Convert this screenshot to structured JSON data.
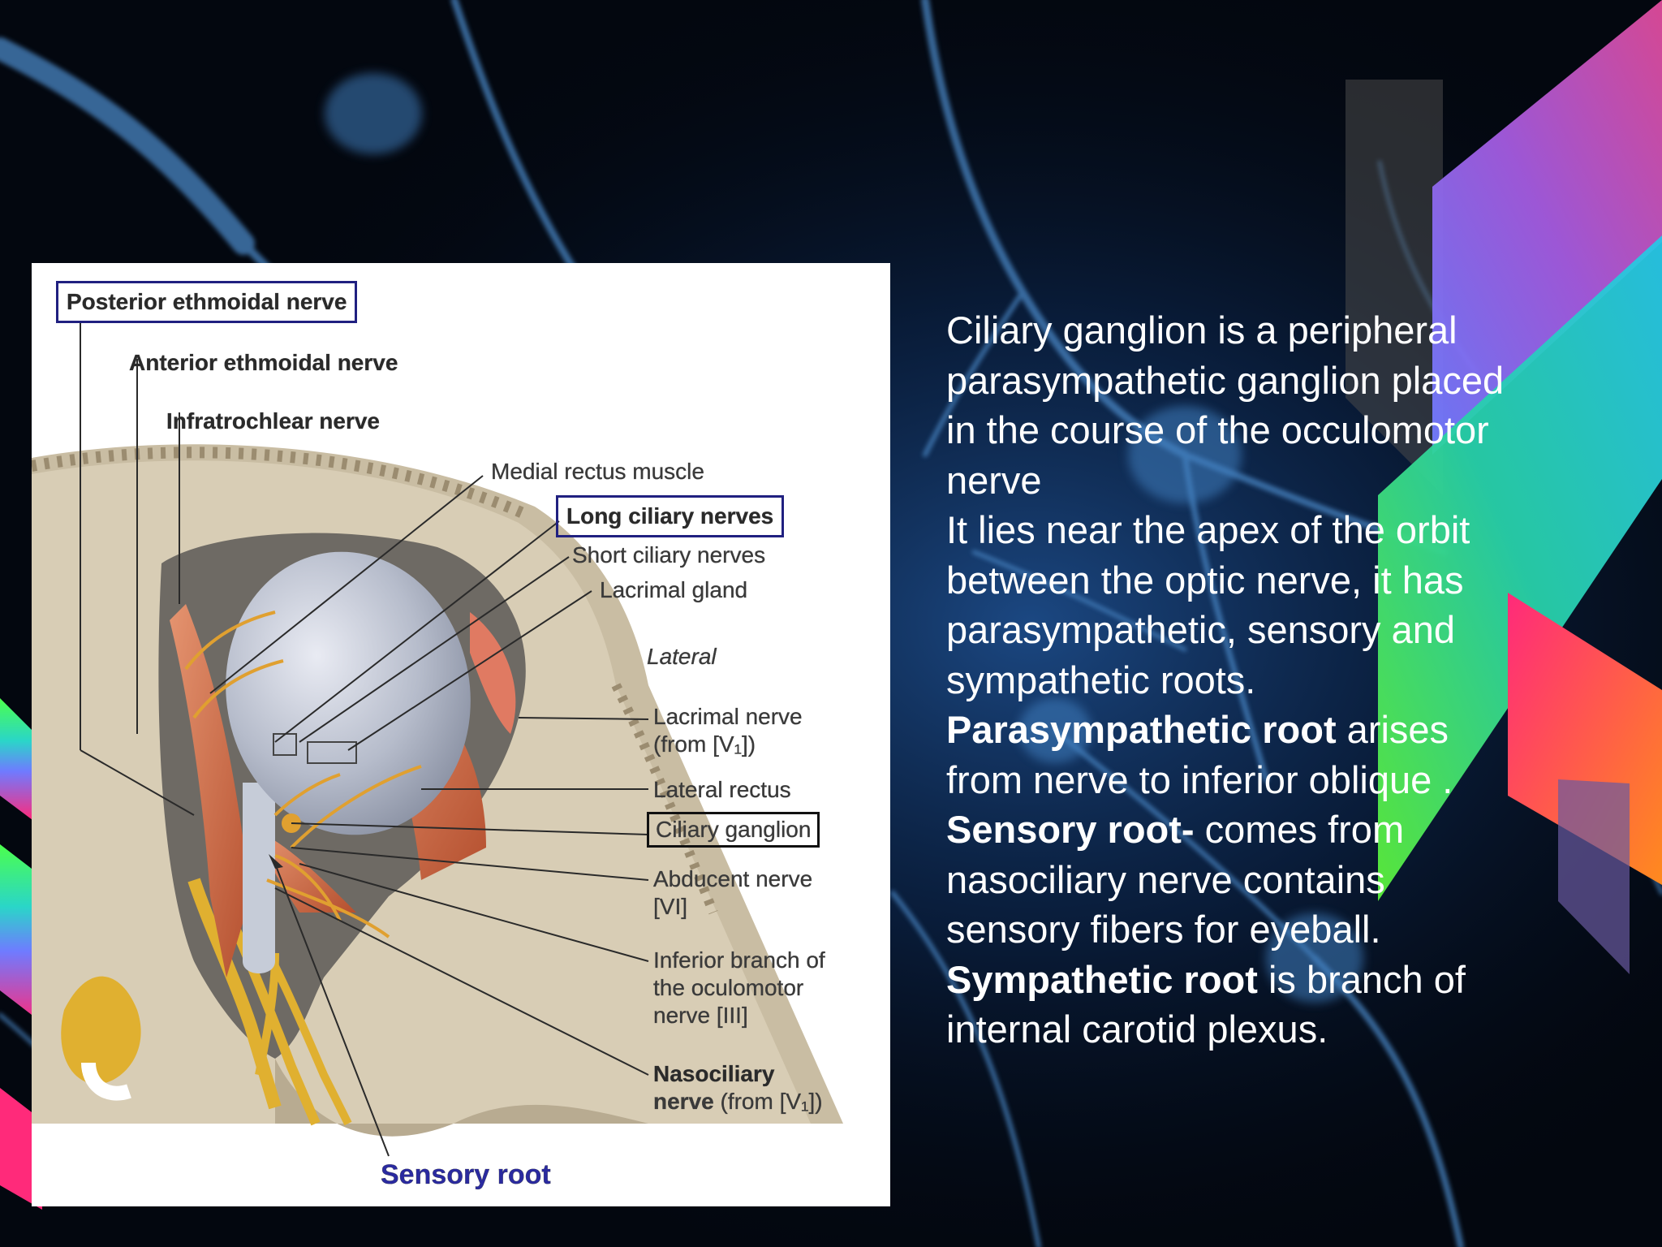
{
  "figure": {
    "labels": {
      "posterior_ethmoidal": "Posterior ethmoidal nerve",
      "anterior_ethmoidal": "Anterior ethmoidal nerve",
      "infratrochlear": "Infratrochlear nerve",
      "medial_rectus": "Medial rectus muscle",
      "long_ciliary": "Long ciliary nerves",
      "short_ciliary": "Short ciliary nerves",
      "lacrimal_gland": "Lacrimal gland",
      "lateral": "Lateral",
      "lacrimal_nerve_1": "Lacrimal nerve",
      "lacrimal_nerve_2": "(from [V₁])",
      "lateral_rectus": "Lateral rectus",
      "ciliary_ganglion": "Ciliary ganglion",
      "abducent_1": "Abducent nerve",
      "abducent_2": "[VI]",
      "inferior_branch_1": "Inferior branch of",
      "inferior_branch_2": "the oculomotor",
      "inferior_branch_3": "nerve [III]",
      "nasociliary_1": "Nasociliary",
      "nasociliary_2": "nerve",
      "nasociliary_3": "(from [V₁])",
      "sensory_root": "Sensory root"
    }
  },
  "text": {
    "p1_l1": "Ciliary  ganglion is a peripheral",
    "p1_l2": "parasympathetic ganglion placed",
    "p1_l3": "in the course of the occulomotor",
    "p1_l4": "nerve",
    "p2_l1": "It lies near the apex of the orbit",
    "p2_l2": "between the optic nerve, it has",
    "p2_l3": "parasympathetic, sensory and",
    "p2_l4": "sympathetic roots.",
    "p3_bold": "Parasympathetic root",
    "p3_l1": " arises",
    "p3_l2": "from  nerve  to inferior oblique .",
    "p4_bold": "Sensory root-",
    "p4_l1": " comes from",
    "p4_l2": "nasociliary nerve contains",
    "p4_l3": "sensory fibers for eyeball.",
    "p5_bold": "Sympathetic root",
    "p5_l1": " is branch of",
    "p5_l2": "internal carotid plexus."
  },
  "colors": {
    "background": "#03070f",
    "text": "#ffffff",
    "label_box": "#202080",
    "sensory_root": "#2a2aa0"
  }
}
